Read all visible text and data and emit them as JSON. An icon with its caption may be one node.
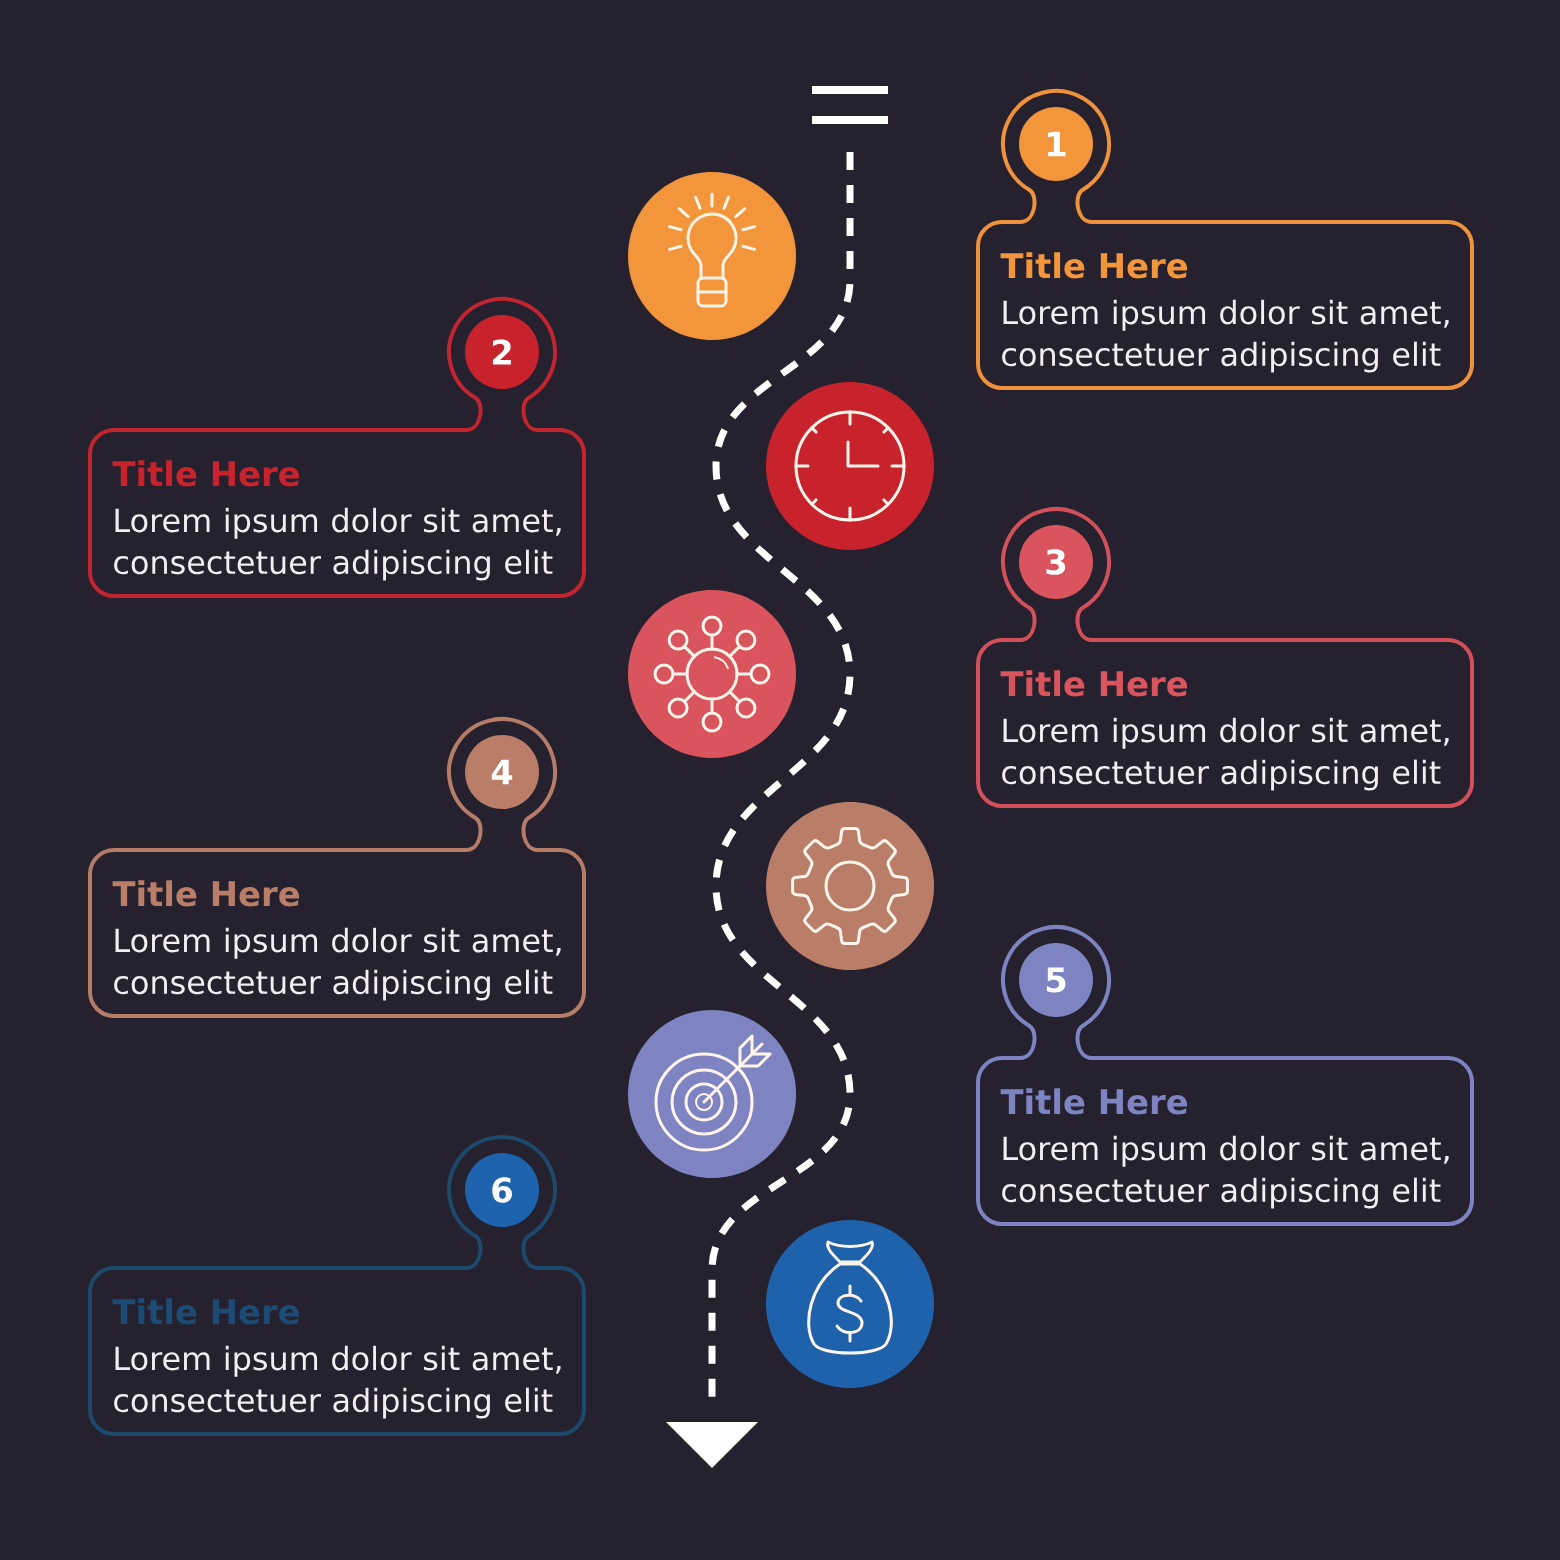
{
  "diagram": {
    "nodes": [
      {
        "text": [
          "Title Here",
          "Lorem ipsum dolor sit amet, consectetuer adipiscing elit"
        ]
      },
      {
        "text": [
          "1"
        ],
        "in": 0
      },
      {
        "text": [
          "Title Here",
          "Lorem ipsum dolor sit amet, consectetuer adipiscing elit"
        ]
      },
      {
        "text": [
          "2"
        ],
        "in": 2
      },
      {
        "text": [
          "Title Here",
          "Lorem ipsum dolor sit amet, consectetuer adipiscing elit"
        ]
      },
      {
        "text": [
          "3"
        ],
        "in": 4
      },
      {
        "text": [
          "Title Here",
          "Lorem ipsum dolor sit amet, consectetuer adipiscing elit"
        ]
      },
      {
        "text": [
          "4"
        ],
        "in": 6
      },
      {
        "text": [
          "Title Here",
          "Lorem ipsum dolor sit amet, consectetuer adipiscing elit"
        ]
      },
      {
        "text": [
          "5"
        ],
        "in": 8
      },
      {
        "text": [
          "Title Here",
          "Lorem ipsum dolor sit amet, consectetuer adipiscing elit"
        ]
      },
      {
        "text": [
          "6"
        ],
        "in": 10
      }
    ]
  }
}
